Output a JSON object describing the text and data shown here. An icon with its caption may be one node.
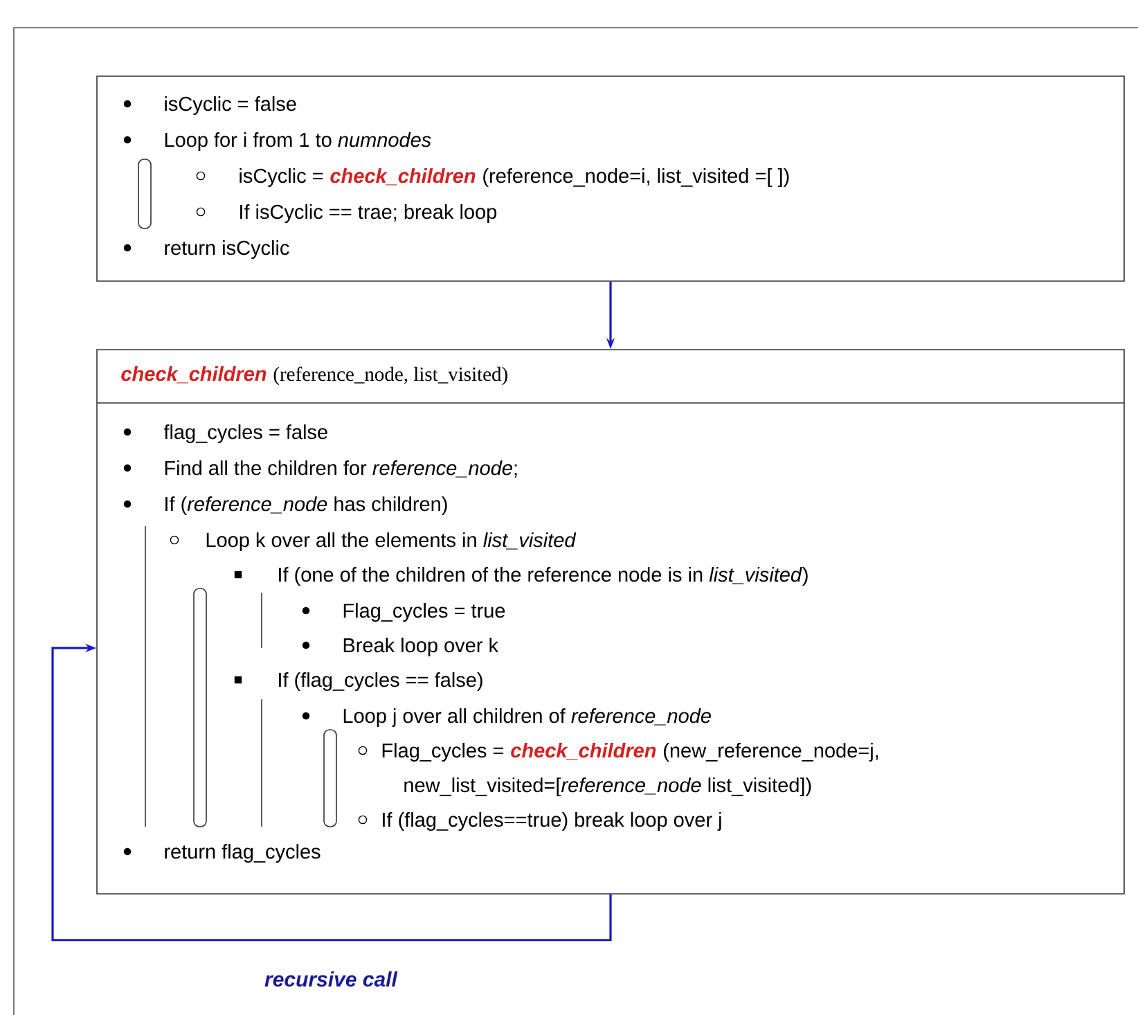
{
  "diagram": {
    "nodes": [
      {
        "text": [
          "isCyclic = false",
          "Loop for i from 1 to *numnodes*",
          "isCyclic =",
          "check_children",
          "(reference_node=i, list_visited =[ ])",
          "If isCyclic == trae; break loop",
          "return isCyclic"
        ]
      },
      {
        "text": [
          "check_children",
          "(reference_node, list_visited)",
          "flag_cycles = false",
          "Find all the children for *reference_node*;",
          "If (*reference_node* has children)",
          "Loop k over all the elements in *list_visited*",
          "If (one of the children of the reference node is in *list_visited*)",
          "Flag_cycles = true",
          "Break loop over k",
          "If (flag_cycles == false)",
          "Loop j over all children of *reference_node*",
          "Flag_cycles =",
          "check_children",
          "(new_reference_node=j,",
          "new_list_visited=[*reference_node* list_visited])",
          "If (flag_cycles==true)  break loop over j",
          "return flag_cycles"
        ]
      }
    ],
    "edges": [
      {
        "from": 0,
        "to": 1,
        "arrow": "to"
      },
      {
        "from": 1,
        "to": 1,
        "arrow": "to",
        "label": "recursive call"
      }
    ]
  }
}
